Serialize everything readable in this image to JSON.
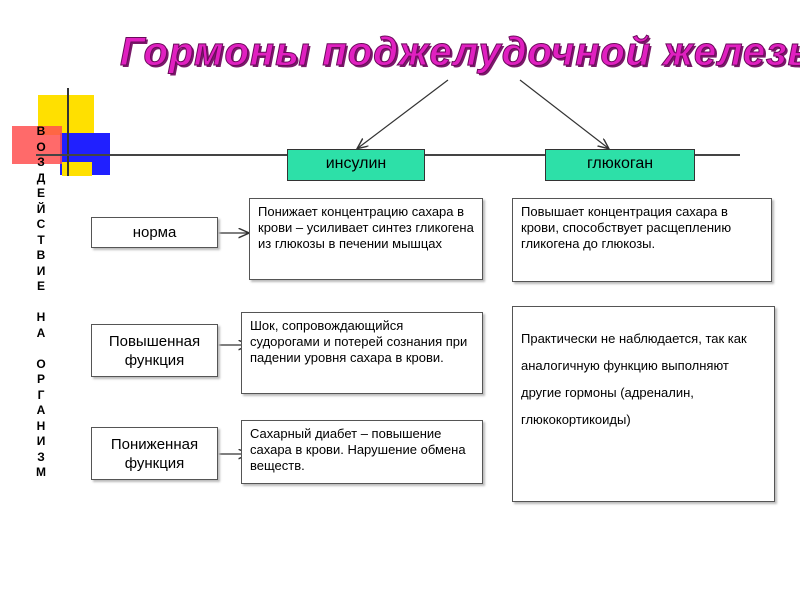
{
  "title": "Гормоны  поджелудочной железы",
  "side_label": "В\nО\nЗ\nД\nЕ\nЙ\nС\nТ\nВ\nИ\nЕ\n\nН\nА\n\nО\nР\nГ\nА\nН\nИ\nЗ\nМ",
  "hormones": {
    "insulin": "инсулин",
    "glucagon": "глюкоган"
  },
  "rows": [
    {
      "label": "норма",
      "insulin": "Понижает концентрацию сахара в крови – усиливает синтез гликогена из глюкозы в печении мышцах",
      "glucagon": "Повышает концентрация сахара в крови, способствует расщеплению гликогена до глюкозы."
    },
    {
      "label": "Повышенная функция",
      "insulin": "Шок, сопровождающийся судорогами и потерей сознания при падении уровня сахара в крови.",
      "glucagon": "Практически не наблюдается, так как аналогичную функцию выполняют другие гормоны (адреналин, глюкокортикоиды)"
    },
    {
      "label": "Пониженная функция",
      "insulin": "Сахарный диабет – повышение сахара в крови. Нарушение обмена веществ."
    }
  ],
  "colors": {
    "accent": "#2de0a8",
    "title": "#e020c0",
    "yellow": "#ffe000",
    "blue": "#2020ff",
    "red": "#ff3030"
  }
}
